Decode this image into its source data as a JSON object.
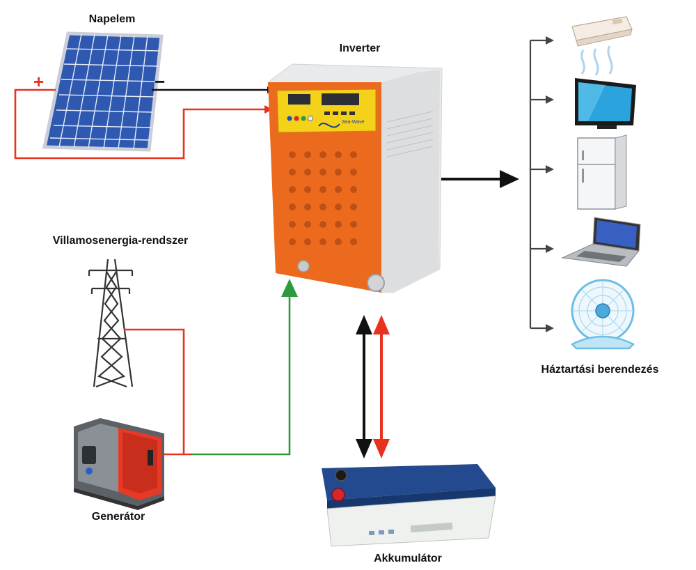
{
  "labels": {
    "solar_panel": "Napelem",
    "inverter": "Inverter",
    "grid": "Villamosenergia-rendszer",
    "generator": "Generátor",
    "battery": "Akkumulátor",
    "household": "Háztartási berendezés"
  },
  "signs": {
    "plus": "+",
    "minus": "−"
  },
  "inverter_brand": "Sea-Wave",
  "colors": {
    "negative_wire": "#111111",
    "positive_wire": "#e8321e",
    "ac_input_wire": "#2e9a3e",
    "inverter_body": "#ec6a1e",
    "inverter_panel": "#f4d21a",
    "battery_lid": "#234a8e",
    "generator_body": "#e63a26"
  },
  "appliances": [
    "air-conditioner-icon",
    "tv-icon",
    "refrigerator-icon",
    "laptop-icon",
    "fan-icon"
  ]
}
